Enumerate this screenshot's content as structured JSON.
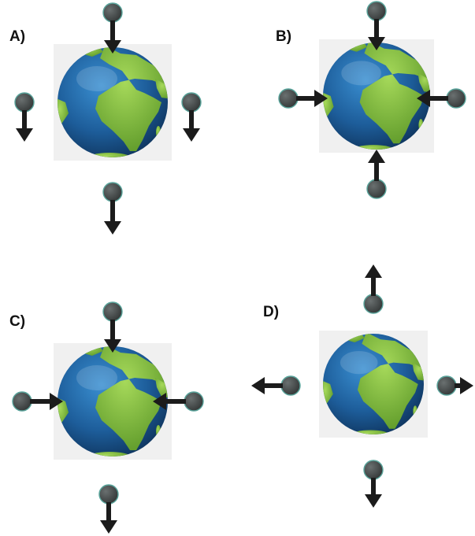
{
  "panels": [
    {
      "label": "A)"
    },
    {
      "label": "B)"
    },
    {
      "label": "C)"
    },
    {
      "label": "D)"
    }
  ],
  "colors": {
    "ocean": "#1d5d9a",
    "land": "#7fbe3a",
    "ball": "#444a4a",
    "ball_outline": "#5aa59c",
    "arrow": "#1b1b1b",
    "backdrop": "#f0f0f0"
  },
  "icons": [
    "earth-globe-icon",
    "object-ball-icon",
    "force-arrow-icon"
  ]
}
